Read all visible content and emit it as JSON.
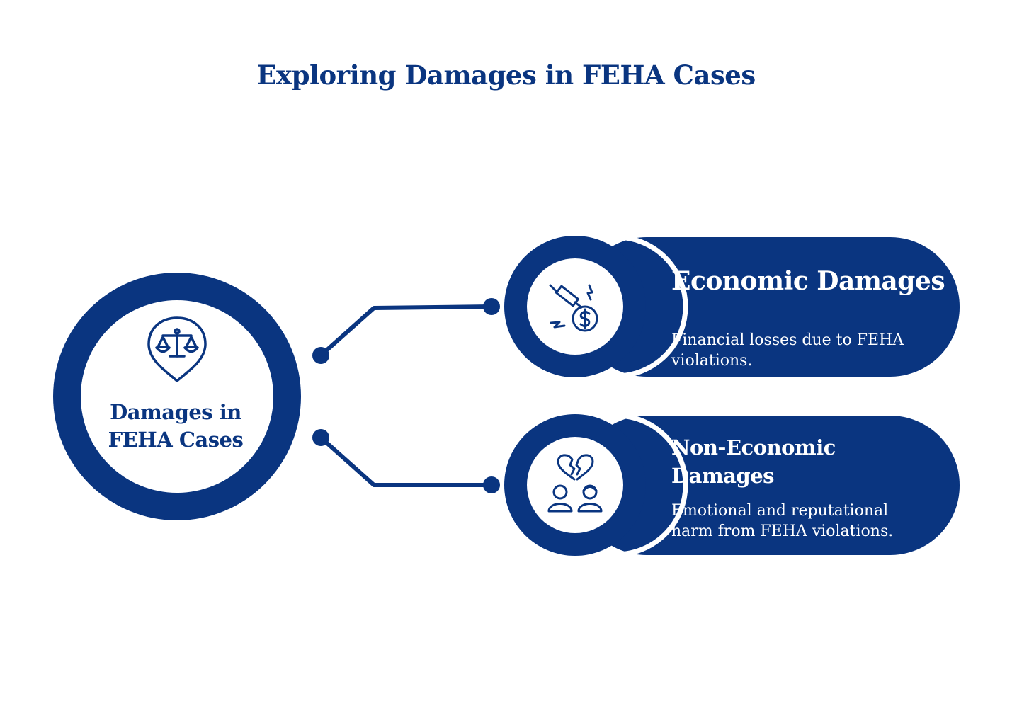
{
  "title": "Exploring Damages in FEHA Cases",
  "hub": {
    "label": "Damages in FEHA Cases",
    "icon": "scales-of-justice-location-pin-icon"
  },
  "branches": [
    {
      "title": "Economic Damages",
      "description": "Financial losses due to FEHA violations.",
      "icon": "money-syringe-icon"
    },
    {
      "title": "Non-Economic Damages",
      "description": "Emotional and reputational harm from FEHA violations.",
      "icon": "broken-heart-people-icon"
    }
  ],
  "colors": {
    "primary": "#0a3580",
    "background": "#ffffff"
  }
}
